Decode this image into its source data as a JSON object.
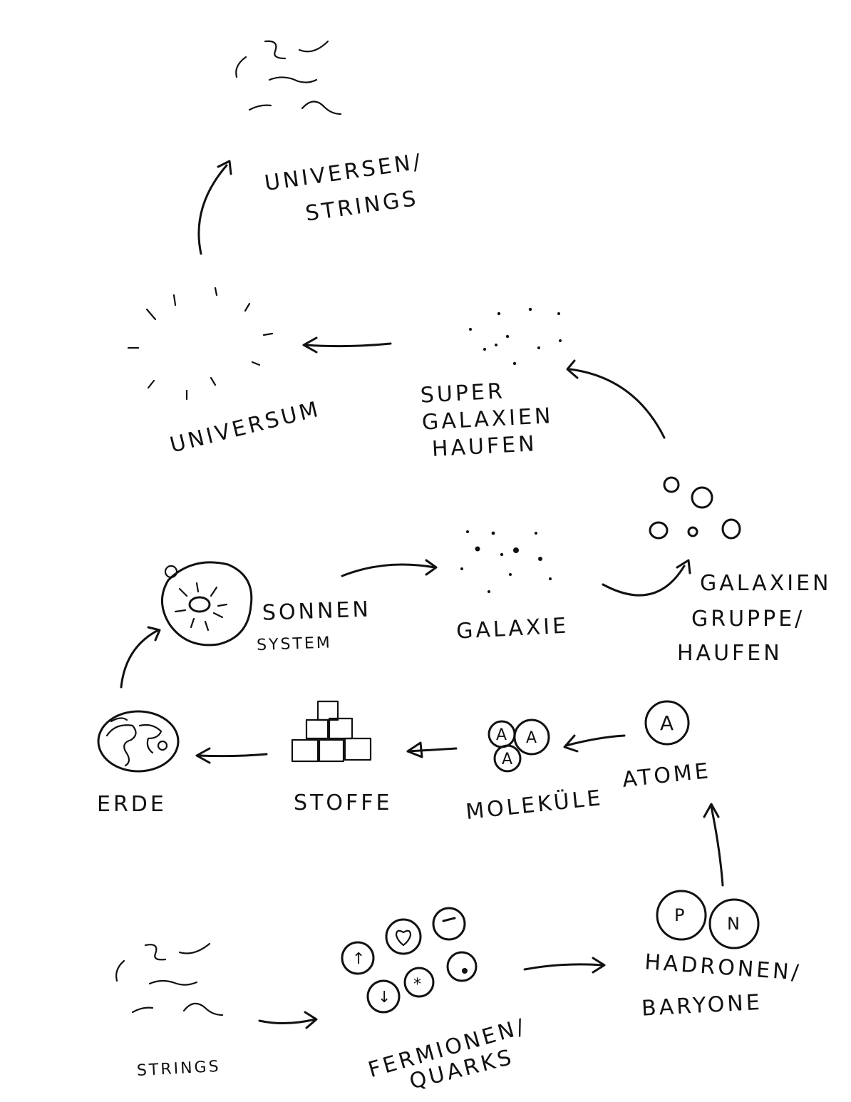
{
  "diagram": {
    "nodes": {
      "strings": {
        "label": "STRINGS"
      },
      "fermionen": {
        "line1": "FERMIONEN/",
        "line2": "QUARKS"
      },
      "hadronen": {
        "line1": "HADRONEN/",
        "line2": "BARYONE"
      },
      "atome": {
        "label": "ATOME",
        "icon_letter": "A"
      },
      "molekuele": {
        "label": "MOLEKÜLE",
        "icon_letter": "A"
      },
      "stoffe": {
        "label": "STOFFE"
      },
      "erde": {
        "label": "ERDE"
      },
      "sonnensystem": {
        "line1": "SONNEN",
        "line2": "SYSTEM"
      },
      "galaxie": {
        "label": "GALAXIE"
      },
      "galaxiengruppe": {
        "line1": "GALAXIEN",
        "line2": "GRUPPE/",
        "line3": "HAUFEN"
      },
      "supergalaxienhaufen": {
        "line1": "SUPER",
        "line2": "GALAXIEN",
        "line3": "HAUFEN"
      },
      "universum": {
        "label": "UNIVERSUM"
      },
      "universen": {
        "line1": "UNIVERSEN/",
        "line2": "STRINGS"
      }
    },
    "particle_symbols": {
      "proton": "P",
      "neutron": "N",
      "up": "↑",
      "down": "↓",
      "star": "*"
    }
  }
}
